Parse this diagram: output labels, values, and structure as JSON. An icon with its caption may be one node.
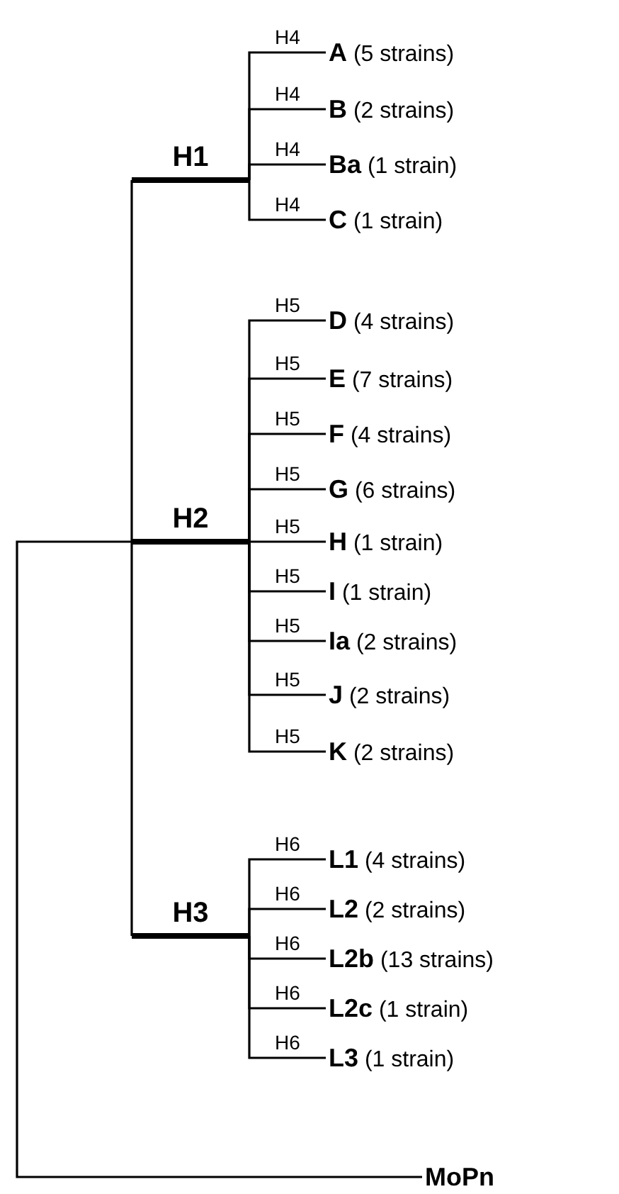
{
  "diagram": {
    "nodes": [
      {
        "text": [
          "H1"
        ]
      },
      {
        "text": [
          "**A** (5 strains)"
        ]
      },
      {
        "text": [
          "**B** (2 strains)"
        ]
      },
      {
        "text": [
          "**Ba** (1 strain)"
        ]
      },
      {
        "text": [
          "**C** (1 strain)"
        ]
      },
      {
        "text": [
          "H2"
        ]
      },
      {
        "text": [
          "**D** (4 strains)"
        ]
      },
      {
        "text": [
          "**E** (7 strains)"
        ]
      },
      {
        "text": [
          "**F** (4 strains)"
        ]
      },
      {
        "text": [
          "**G** (6 strains)"
        ]
      },
      {
        "text": [
          "**H** (1 strain)"
        ]
      },
      {
        "text": [
          "**I** (1 strain)"
        ]
      },
      {
        "text": [
          "**Ia** (2 strains)"
        ]
      },
      {
        "text": [
          "**J** (2 strains)"
        ]
      },
      {
        "text": [
          "**K** (2 strains)"
        ]
      },
      {
        "text": [
          "H3"
        ]
      },
      {
        "text": [
          "**L1** (4 strains)"
        ]
      },
      {
        "text": [
          "**L2** (2 strains)"
        ]
      },
      {
        "text": [
          "**L2b** (13 strains)"
        ]
      },
      {
        "text": [
          "**L2c** (1 strain)"
        ]
      },
      {
        "text": [
          "**L3** (1 strain)"
        ]
      },
      {
        "text": [
          "**MoPn**"
        ]
      }
    ],
    "edges": [
      {
        "from": 5,
        "to": 0,
        "arrow": "none"
      },
      {
        "from": 5,
        "to": 15,
        "arrow": "none"
      },
      {
        "from": 5,
        "to": 21,
        "arrow": "none"
      },
      {
        "from": 0,
        "to": 1,
        "arrow": "none",
        "label": "H4"
      },
      {
        "from": 0,
        "to": 2,
        "arrow": "none",
        "label": "H4"
      },
      {
        "from": 0,
        "to": 3,
        "arrow": "none",
        "label": "H4"
      },
      {
        "from": 0,
        "to": 4,
        "arrow": "none",
        "label": "H4"
      },
      {
        "from": 5,
        "to": 6,
        "arrow": "none",
        "label": "H5"
      },
      {
        "from": 5,
        "to": 7,
        "arrow": "none",
        "label": "H5"
      },
      {
        "from": 5,
        "to": 8,
        "arrow": "none",
        "label": "H5"
      },
      {
        "from": 5,
        "to": 9,
        "arrow": "none",
        "label": "H5"
      },
      {
        "from": 5,
        "to": 10,
        "arrow": "none",
        "label": "H5"
      },
      {
        "from": 5,
        "to": 11,
        "arrow": "none",
        "label": "H5"
      },
      {
        "from": 5,
        "to": 12,
        "arrow": "none",
        "label": "H5"
      },
      {
        "from": 5,
        "to": 13,
        "arrow": "none",
        "label": "H5"
      },
      {
        "from": 5,
        "to": 14,
        "arrow": "none",
        "label": "H5"
      },
      {
        "from": 15,
        "to": 16,
        "arrow": "none",
        "label": "H6"
      },
      {
        "from": 15,
        "to": 17,
        "arrow": "none",
        "label": "H6"
      },
      {
        "from": 15,
        "to": 18,
        "arrow": "none",
        "label": "H6"
      },
      {
        "from": 15,
        "to": 19,
        "arrow": "none",
        "label": "H6"
      },
      {
        "from": 15,
        "to": 20,
        "arrow": "none",
        "label": "H6"
      }
    ]
  }
}
